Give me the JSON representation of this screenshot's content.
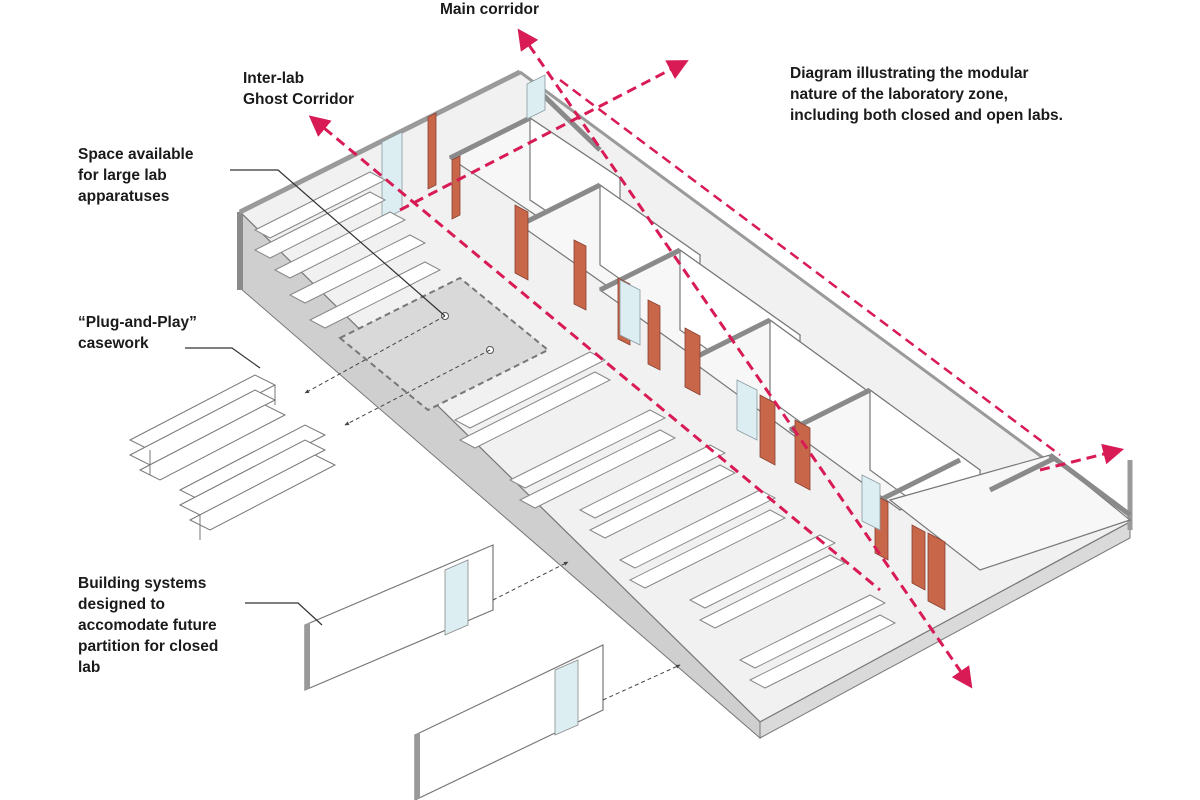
{
  "diagram": {
    "labels": {
      "main_corridor": "Main corridor",
      "ghost_corridor": [
        "Inter-lab",
        "Ghost Corridor"
      ],
      "large_apparatus": [
        "Space available",
        "for large lab",
        "apparatuses"
      ],
      "plug_and_play": [
        "“Plug-and-Play”",
        "casework"
      ],
      "building_systems": [
        "Building systems",
        "designed to",
        "accomodate future",
        "partition for closed",
        "lab"
      ],
      "caption": [
        "Diagram illustrating the modular",
        "nature of the laboratory zone,",
        "including both closed and open labs."
      ]
    },
    "colors": {
      "corridor_arrow": "#d81b55",
      "accent_wall": "#c8664a",
      "wall": "#8a8a8a",
      "floor": "#eeeeee",
      "glass": "#dceef2",
      "line": "#555555"
    }
  }
}
